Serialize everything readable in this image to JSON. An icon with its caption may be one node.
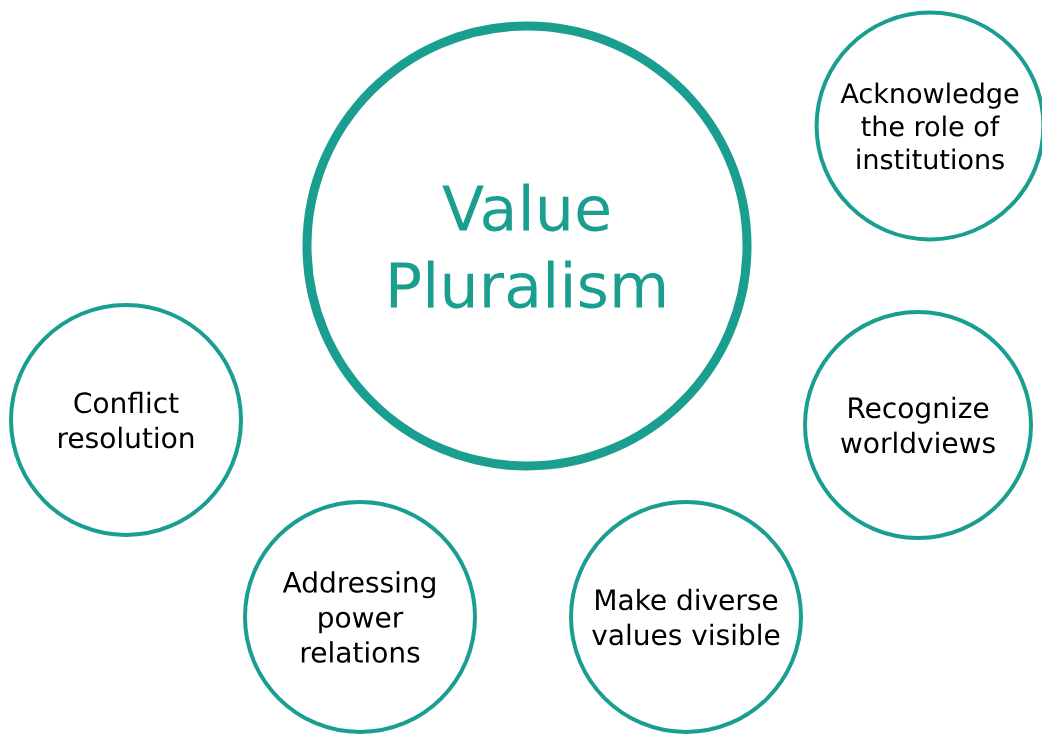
{
  "diagram": {
    "nodes": [
      {
        "text": [
          "Value Pluralism"
        ]
      },
      {
        "text": [
          "Acknowledge the role of institutions"
        ]
      },
      {
        "text": [
          "Conflict resolution"
        ]
      },
      {
        "text": [
          "Recognize worldviews"
        ]
      },
      {
        "text": [
          "Addressing power relations"
        ]
      },
      {
        "text": [
          "Make diverse values visible"
        ]
      }
    ]
  }
}
